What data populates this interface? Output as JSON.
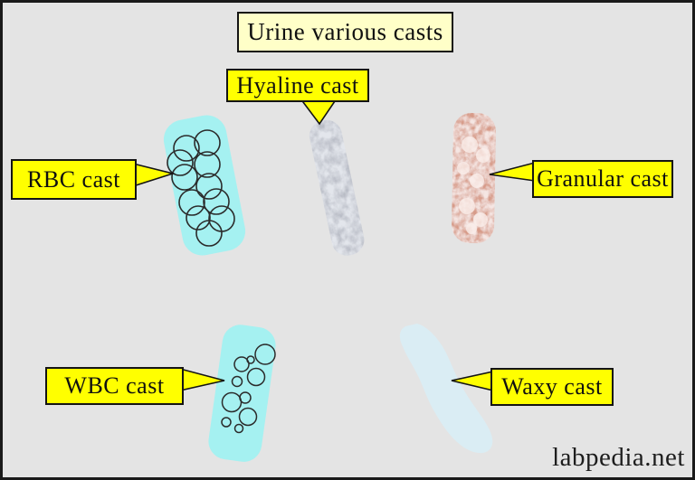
{
  "diagram": {
    "title": "Urine various casts",
    "watermark": "labpedia.net",
    "labels": {
      "hyaline": "Hyaline cast",
      "rbc": "RBC cast",
      "granular": "Granular cast",
      "wbc": "WBC cast",
      "waxy": "Waxy cast"
    }
  },
  "colors": {
    "background": "#e4e4e4",
    "frame": "#1a1a1a",
    "title_fill": "#ffffc8",
    "label_fill": "#ffff00",
    "label_border": "#141414",
    "cast_cyan": "#a5f1f1",
    "cast_hyaline_base": "#e3e6ec",
    "cast_granular_base": "#f5e6e3",
    "cast_waxy": "#daedf4",
    "circle_stroke": "#2b2b2b",
    "watermark_color": "#1d1d1d"
  }
}
